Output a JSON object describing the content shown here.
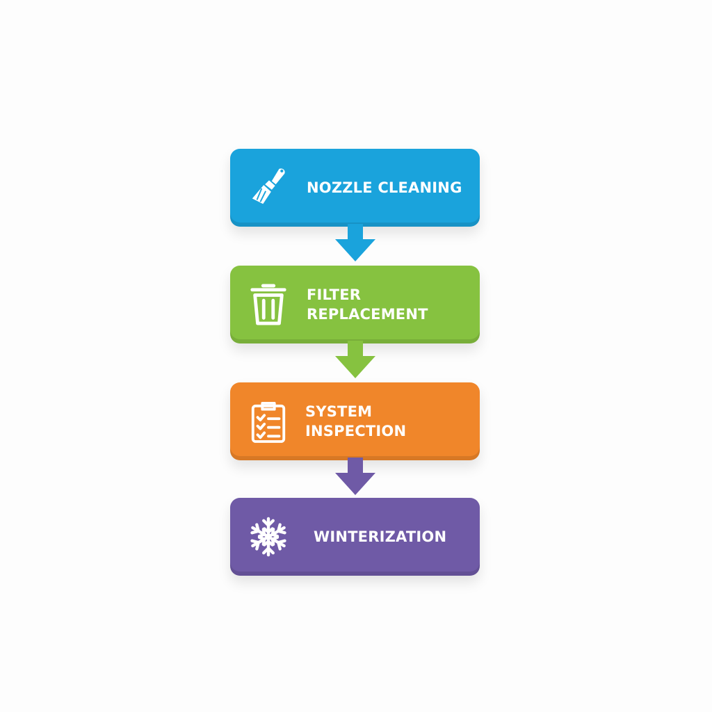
{
  "steps": [
    {
      "label": "NOZZLE CLEANING",
      "icon": "brush-icon",
      "color": "#1aa3dc"
    },
    {
      "label": "FILTER\nREPLACEMENT",
      "icon": "trash-bin-icon",
      "color": "#86c240"
    },
    {
      "label": "SYSTEM INSPECTION",
      "icon": "clipboard-checklist-icon",
      "color": "#f0862a"
    },
    {
      "label": "WINTERIZATION",
      "icon": "snowflake-icon",
      "color": "#6f5aa6"
    }
  ],
  "arrows": [
    {
      "icon": "arrow-down-icon",
      "color": "#1aa3dc"
    },
    {
      "icon": "arrow-down-icon",
      "color": "#86c240"
    },
    {
      "icon": "arrow-down-icon",
      "color": "#6f5aa6"
    }
  ]
}
